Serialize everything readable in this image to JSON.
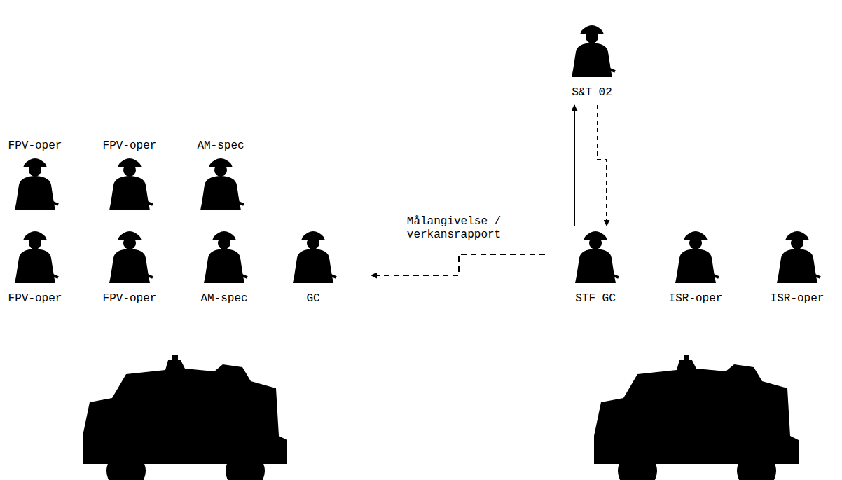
{
  "diagram": {
    "nodes": [
      {
        "text": [
          "S&T 02"
        ]
      },
      {
        "text": [
          "FPV-oper"
        ]
      },
      {
        "text": [
          "FPV-oper"
        ]
      },
      {
        "text": [
          "AM-spec"
        ]
      },
      {
        "text": [
          "FPV-oper"
        ]
      },
      {
        "text": [
          "FPV-oper"
        ]
      },
      {
        "text": [
          "AM-spec"
        ]
      },
      {
        "text": [
          "GC"
        ]
      },
      {
        "text": [
          "STF GC"
        ]
      },
      {
        "text": [
          "ISR-oper"
        ]
      },
      {
        "text": [
          "ISR-oper"
        ]
      }
    ],
    "edges": [
      {
        "from": 8,
        "to": 0,
        "arrow": "to"
      },
      {
        "from": 0,
        "to": 8,
        "arrow": "to"
      },
      {
        "from": 8,
        "to": 7,
        "label": "Målangivelse / verkansrapport",
        "arrow": "to"
      }
    ]
  }
}
